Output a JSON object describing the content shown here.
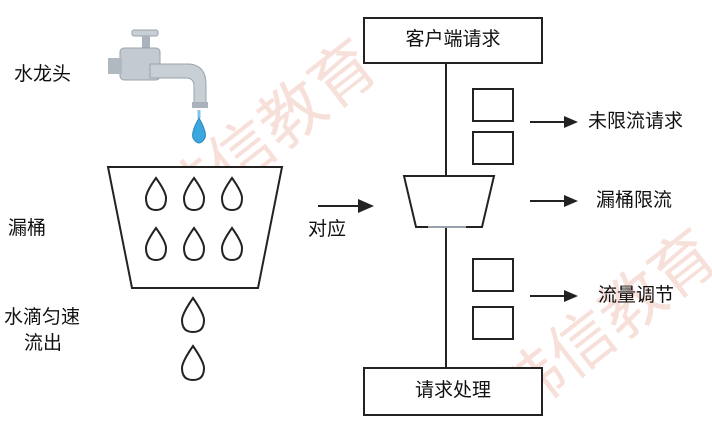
{
  "left": {
    "faucet_label": "水龙头",
    "bucket_label": "漏桶",
    "drip_label_line1": "水滴匀速",
    "drip_label_line2": "流出"
  },
  "middle": {
    "arrow_label": "对应"
  },
  "right": {
    "top_box_label": "客户端请求",
    "bottom_box_label": "请求处理",
    "unlimited_label": "未限流请求",
    "limiter_label": "漏桶限流",
    "regulated_label": "流量调节"
  },
  "colors": {
    "stroke": "#222222",
    "faucet_metal": "#b9c1c8",
    "water": "#3aa7e0",
    "watermark": "#e8a593"
  },
  "watermark_text": "韩信教育"
}
